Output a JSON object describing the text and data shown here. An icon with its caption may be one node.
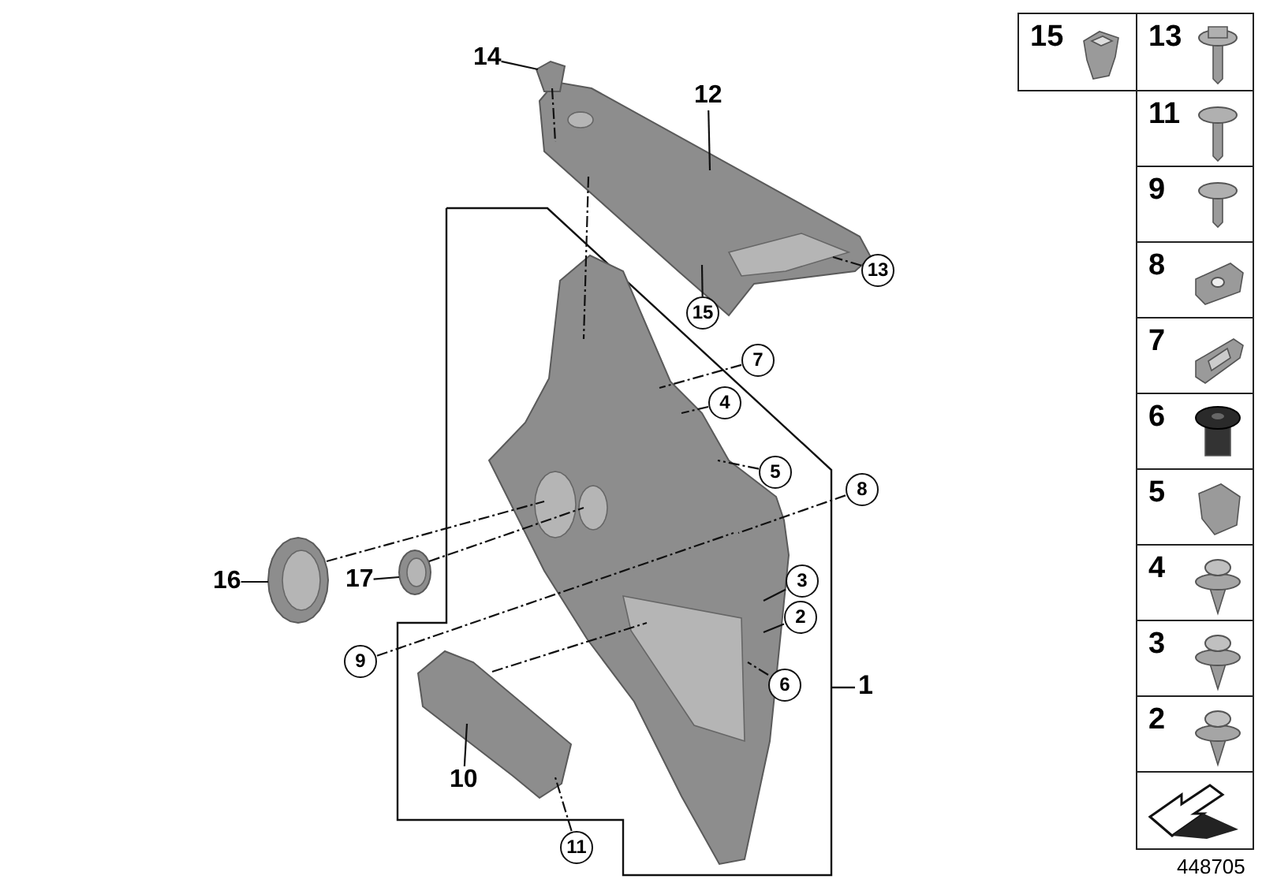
{
  "diagram": {
    "nodes": [
      {
        "text": [],
        "shape": "picture"
      },
      {
        "text": [],
        "shape": "picture"
      },
      {
        "text": [],
        "shape": "picture"
      },
      {
        "text": [],
        "shape": "picture"
      },
      {
        "text": [],
        "shape": "picture"
      },
      {
        "text": [],
        "shape": "picture"
      },
      {
        "text": [
          "14"
        ]
      },
      {
        "text": [
          "12"
        ]
      },
      {
        "text": [
          "13"
        ]
      },
      {
        "text": [
          "15"
        ]
      },
      {
        "text": [
          "7"
        ]
      },
      {
        "text": [
          "4"
        ]
      },
      {
        "text": [
          "5"
        ]
      },
      {
        "text": [
          "8"
        ]
      },
      {
        "text": [
          "3"
        ]
      },
      {
        "text": [
          "2"
        ]
      },
      {
        "text": [
          "6"
        ]
      },
      {
        "text": [
          "9"
        ]
      },
      {
        "text": [
          "16"
        ]
      },
      {
        "text": [
          "17"
        ]
      },
      {
        "text": [
          "10"
        ]
      },
      {
        "text": [
          "11"
        ]
      }
    ],
    "edges": [
      {
        "from": 6,
        "to": 1,
        "arrow": "none"
      },
      {
        "from": 7,
        "to": 0,
        "arrow": "none"
      },
      {
        "from": 8,
        "to": 0,
        "arrow": "none",
        "style": "dashed"
      },
      {
        "from": 9,
        "to": 0,
        "arrow": "none"
      },
      {
        "from": 10,
        "to": 2,
        "arrow": "none",
        "style": "dashed"
      },
      {
        "from": 11,
        "to": 2,
        "arrow": "none",
        "style": "dashed"
      },
      {
        "from": 12,
        "to": 2,
        "arrow": "none",
        "style": "dashed"
      },
      {
        "from": 13,
        "to": 2,
        "arrow": "none",
        "style": "dashed"
      },
      {
        "from": 14,
        "to": 2,
        "arrow": "none"
      },
      {
        "from": 15,
        "to": 2,
        "arrow": "none"
      },
      {
        "from": 16,
        "to": 2,
        "arrow": "none",
        "style": "dashed"
      },
      {
        "from": 17,
        "to": 2,
        "arrow": "none",
        "style": "dashed"
      },
      {
        "from": 18,
        "to": 3,
        "arrow": "none"
      },
      {
        "from": 19,
        "to": 4,
        "arrow": "none"
      },
      {
        "from": 20,
        "to": 5,
        "arrow": "none"
      },
      {
        "from": 21,
        "to": 5,
        "arrow": "none",
        "style": "dashed"
      },
      {
        "from": 1,
        "to": 0,
        "arrow": "none",
        "style": "dashed"
      },
      {
        "from": 0,
        "to": 2,
        "arrow": "none",
        "style": "dashed"
      },
      {
        "from": 3,
        "to": 2,
        "arrow": "none",
        "style": "dashed"
      },
      {
        "from": 4,
        "to": 2,
        "arrow": "none",
        "style": "dashed"
      },
      {
        "from": 5,
        "to": 2,
        "arrow": "none",
        "style": "dashed"
      }
    ],
    "labels": [
      "1",
      "15",
      "13",
      "11",
      "9",
      "8",
      "7",
      "6",
      "5",
      "4",
      "3",
      "2",
      "448705"
    ]
  }
}
